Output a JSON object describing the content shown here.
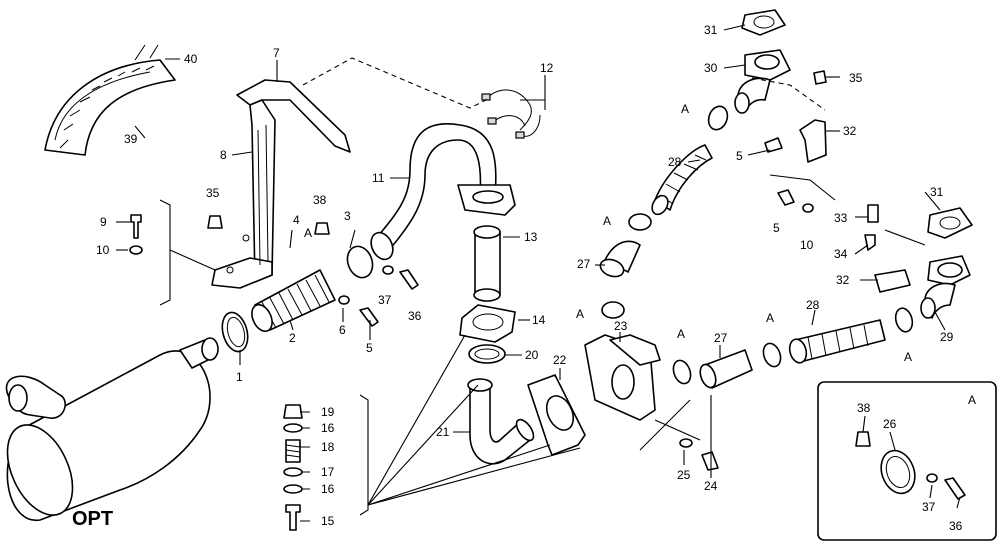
{
  "option_label": "OPT",
  "detail_title": "A",
  "callouts": {
    "c1": "1",
    "c2": "2",
    "c3": "3",
    "c4": "4",
    "c5a": "5",
    "c5b": "5",
    "c5c": "5",
    "c6": "6",
    "c7": "7",
    "c8": "8",
    "c9": "9",
    "c10a": "10",
    "c10b": "10",
    "c11": "11",
    "c12": "12",
    "c13": "13",
    "c14": "14",
    "c15": "15",
    "c16a": "16",
    "c16b": "16",
    "c17": "17",
    "c18": "18",
    "c19": "19",
    "c20": "20",
    "c21": "21",
    "c22": "22",
    "c23": "23",
    "c24": "24",
    "c25": "25",
    "c26": "26",
    "c27a": "27",
    "c27b": "27",
    "c28a": "28",
    "c28b": "28",
    "c29": "29",
    "c30": "30",
    "c31a": "31",
    "c31b": "31",
    "c32a": "32",
    "c32b": "32",
    "c33": "33",
    "c34": "34",
    "c35a": "35",
    "c35b": "35",
    "c36a": "36",
    "c36b": "36",
    "c37a": "37",
    "c37b": "37",
    "c38a": "38",
    "c38b": "38",
    "c39": "39",
    "c40": "40",
    "cA1": "A",
    "cA2": "A",
    "cA3": "A",
    "cA4": "A",
    "cA5": "A",
    "cA6": "A",
    "cA7": "A"
  }
}
